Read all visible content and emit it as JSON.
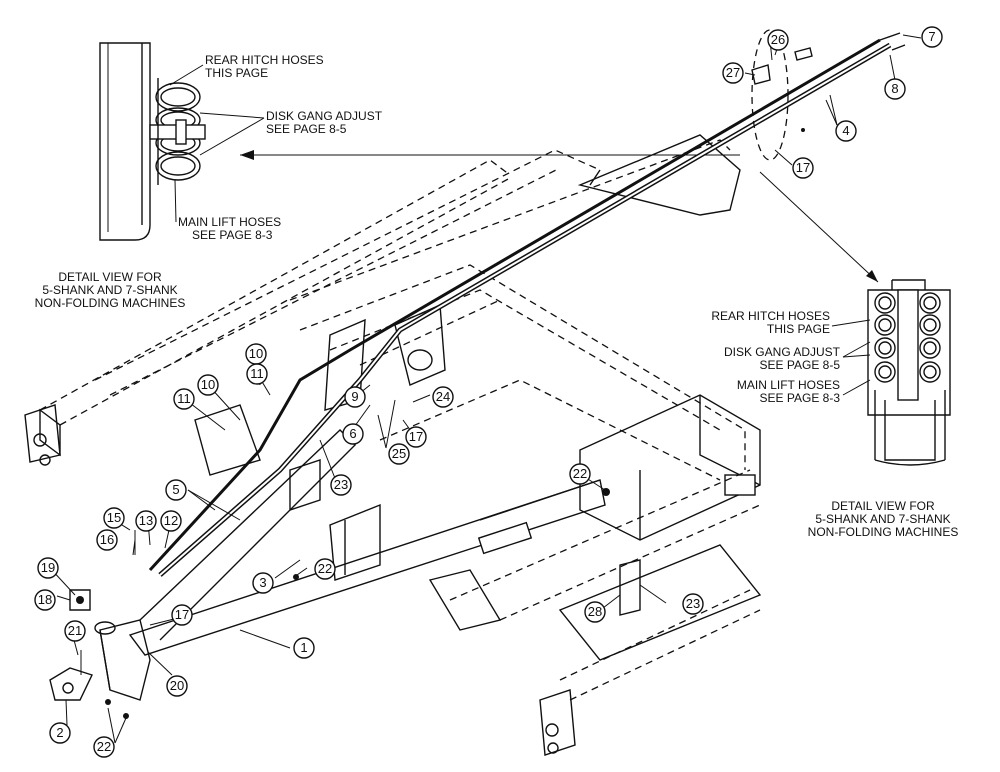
{
  "top_left_detail": {
    "rear_hitch": [
      "REAR HITCH HOSES",
      "THIS PAGE"
    ],
    "disk_gang": [
      "DISK GANG ADJUST",
      "SEE PAGE 8-5"
    ],
    "main_lift": [
      "MAIN LIFT HOSES",
      "SEE PAGE 8-3"
    ]
  },
  "left_caption": [
    "DETAIL VIEW FOR",
    "5-SHANK AND 7-SHANK",
    "NON-FOLDING MACHINES"
  ],
  "right_detail": {
    "rear_hitch": [
      "REAR HITCH HOSES",
      "THIS PAGE"
    ],
    "disk_gang": [
      "DISK GANG ADJUST",
      "SEE PAGE 8-5"
    ],
    "main_lift": [
      "MAIN LIFT HOSES",
      "SEE PAGE 8-3"
    ],
    "caption": [
      "DETAIL VIEW FOR",
      "5-SHANK AND 7-SHANK",
      "NON-FOLDING MACHINES"
    ]
  },
  "callouts": {
    "c1": "1",
    "c2": "2",
    "c3": "3",
    "c4": "4",
    "c5": "5",
    "c6": "6",
    "c7": "7",
    "c8": "8",
    "c9": "9",
    "c10a": "10",
    "c10b": "10",
    "c11a": "11",
    "c11b": "11",
    "c12": "12",
    "c13": "13",
    "c15": "15",
    "c16": "16",
    "c17a": "17",
    "c17b": "17",
    "c17c": "17",
    "c18": "18",
    "c19": "19",
    "c20": "20",
    "c21": "21",
    "c22a": "22",
    "c22b": "22",
    "c22c": "22",
    "c23a": "23",
    "c23b": "23",
    "c24": "24",
    "c25": "25",
    "c26": "26",
    "c27": "27",
    "c28": "28"
  }
}
